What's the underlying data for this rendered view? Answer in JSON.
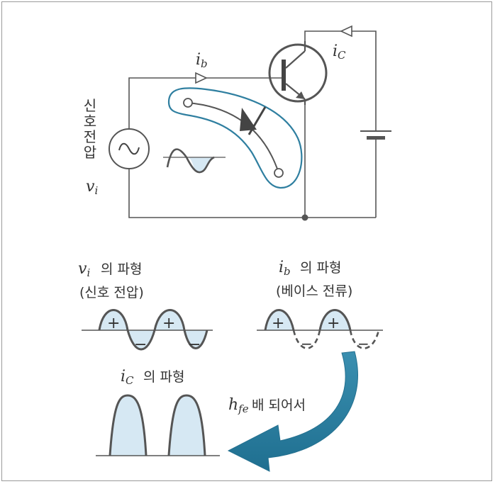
{
  "labels": {
    "ib": "i",
    "ib_sub": "b",
    "ic": "i",
    "ic_sub": "C",
    "vi": "v",
    "vi_sub": "i",
    "signal_voltage_vertical": "신호전압"
  },
  "waveforms": {
    "vi_title_suffix": "의 파형",
    "vi_subtitle": "(신호 전압)",
    "ib_title_suffix": "의 파형",
    "ib_subtitle": "(베이스 전류)",
    "ic_title_suffix": "의 파형",
    "hfe_sub": "fe",
    "hfe_suffix": "배 되어서",
    "plus": "+",
    "minus": "−"
  },
  "colors": {
    "wire": "#555555",
    "waveform_fill": "#d6e8f3",
    "arrow": "#2f7fa0",
    "highlight_outline": "#2f7fa0"
  }
}
